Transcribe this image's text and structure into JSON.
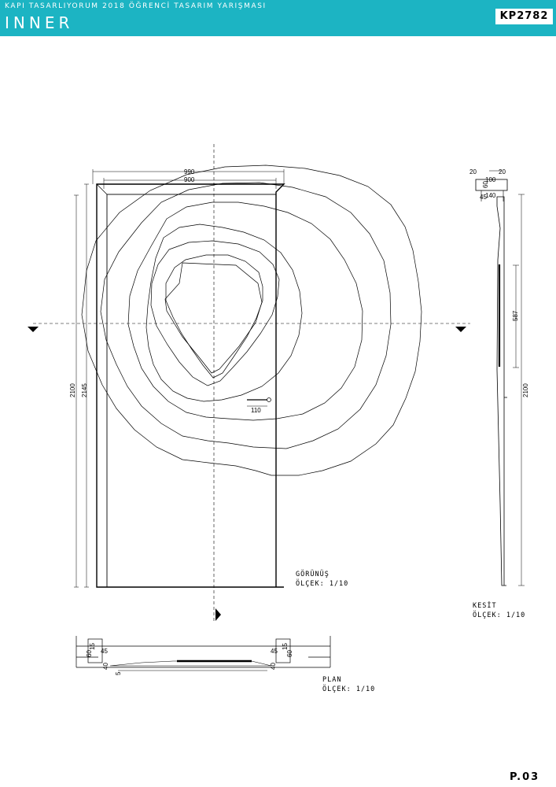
{
  "header": {
    "subtitle": "KAPI TASARLIYORUM 2018 ÖĞRENCİ TASARIM YARIŞMASI",
    "title": "INNER",
    "code": "KP2782"
  },
  "colors": {
    "header_bg": "#1cb4c3",
    "line": "#000000"
  },
  "front_view": {
    "dims": {
      "outer_width": "990",
      "inner_width": "900",
      "height_outer": "2145",
      "height_inner": "2100",
      "handle": "110"
    },
    "label": "GÖRÜNÜŞ",
    "scale": "ÖLÇEK: 1/10"
  },
  "section_view": {
    "dims": {
      "left": "20",
      "right": "20",
      "top": "100",
      "a": "60",
      "b": "45",
      "c": "140",
      "glass": "587",
      "height": "2100"
    },
    "label": "KESİT",
    "scale": "ÖLÇEK: 1/10"
  },
  "plan_view": {
    "dims": {
      "d45": "45",
      "d15": "15",
      "d60": "60",
      "d40": "40",
      "d5": "5"
    },
    "label": "PLAN",
    "scale": "ÖLÇEK: 1/10"
  },
  "page": {
    "number": "P.03"
  }
}
